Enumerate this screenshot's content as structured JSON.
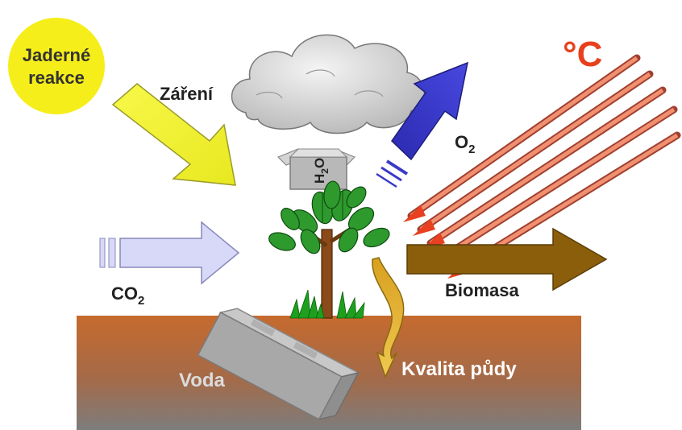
{
  "labels": {
    "nuclear": [
      "Jaderné",
      "reakce"
    ],
    "radiation": "Záření",
    "water_vapor": {
      "main": "H",
      "sub": "2",
      "tail": "O"
    },
    "oxygen": {
      "main": "O",
      "sub": "2"
    },
    "temperature": "°C",
    "carbon_dioxide": {
      "main": "CO",
      "sub": "2"
    },
    "biomass": "Biomasa",
    "soil_quality": "Kvalita půdy",
    "water": "Voda"
  },
  "colors": {
    "sun": "#f5ee1a",
    "radiation_arrow": "#f2f230",
    "o2_arrow": "#3a3ac8",
    "co2_arrow": "#d8d8f8",
    "biomass_arrow": "#8b5e0c",
    "heat_ray": "#e06a4a",
    "heat_text": "#e8401c",
    "soil_top": "#c66a2e",
    "soil_bottom": "#7d7d7d",
    "leaf": "#2e9a2e",
    "cloud": "#d6d6d6",
    "water_text": "#dcdcdc",
    "soil_text": "#ffffff"
  },
  "icons": [
    "sun-disc",
    "cloud",
    "tree",
    "grass",
    "open-box",
    "water-block",
    "curved-arrow"
  ]
}
